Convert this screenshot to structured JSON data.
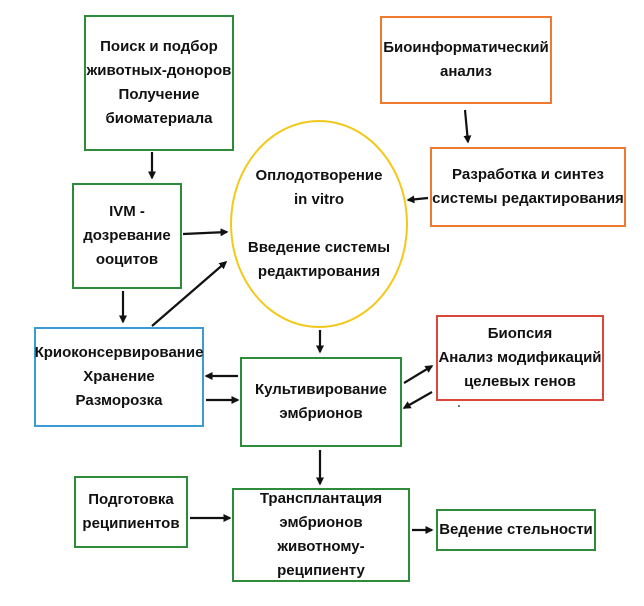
{
  "nodes": {
    "donor_search": {
      "text": "Поиск и подбор\nживотных-доноров\nПолучение\nбиоматериала",
      "color": "#2e8b3a"
    },
    "ivm": {
      "text": "IVM -\nдозревание\nооцитов",
      "color": "#2e8b3a"
    },
    "cryo": {
      "text": "Криоконсервирование\nХранение\nРазморозка",
      "color": "#3a9bd5"
    },
    "fertilization": {
      "text": "Оплодотворение\nin vitro\n\nВведение системы\nредактирования",
      "color": "#f2c81a"
    },
    "bioinformatics": {
      "text": "Биоинформатический\nанализ",
      "color": "#ee7a30"
    },
    "system_dev": {
      "text": "Разработка и синтез\nсистемы редактирования",
      "color": "#ee7a30"
    },
    "biopsy": {
      "text": "Биопсия\nАнализ модификаций\nцелевых генов",
      "color": "#d9463a"
    },
    "cultivation": {
      "text": "Культивирование\nэмбрионов",
      "color": "#2e8b3a"
    },
    "recipient_prep": {
      "text": "Подготовка\nреципиентов",
      "color": "#2e8b3a"
    },
    "transplant": {
      "text": "Трансплантация\nэмбрионов\nживотному-реципиенту",
      "color": "#2e8b3a"
    },
    "pregnancy": {
      "text": "Ведение стельности",
      "color": "#2e8b3a"
    }
  },
  "edges": [
    [
      "donor_search",
      "ivm"
    ],
    [
      "ivm",
      "fertilization"
    ],
    [
      "ivm",
      "cryo"
    ],
    [
      "cryo",
      "fertilization"
    ],
    [
      "bioinformatics",
      "system_dev"
    ],
    [
      "system_dev",
      "fertilization"
    ],
    [
      "fertilization",
      "cultivation"
    ],
    [
      "cultivation",
      "cryo"
    ],
    [
      "cryo",
      "cultivation"
    ],
    [
      "cultivation",
      "biopsy"
    ],
    [
      "biopsy",
      "cultivation"
    ],
    [
      "cultivation",
      "transplant"
    ],
    [
      "recipient_prep",
      "transplant"
    ],
    [
      "transplant",
      "pregnancy"
    ]
  ]
}
